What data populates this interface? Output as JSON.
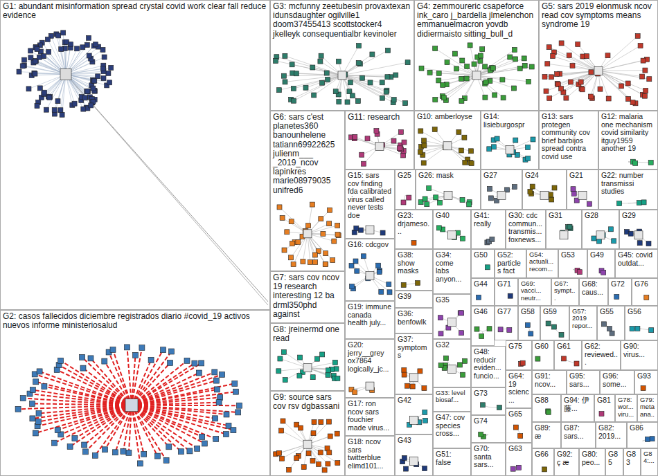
{
  "diagram": {
    "nodes": [
      {
        "text": [
          "G1: abundant misinformation spread crystal covid work clear fall reduce evidence"
        ]
      },
      {
        "text": [
          "G2: casos fallecidos diciembre registrados diario #covid_19 activos nuevos informe ministeriosalud"
        ]
      },
      {
        "text": [
          "G3: mcfunny zeetubesin provaxtexan idunsdaughter ogilville1 doom37455413 scottstocker4 jkelleyk consequentialbr kevinoler"
        ]
      },
      {
        "text": [
          "G4: zemmoureric csapeforce ink_caro j_bardella jlmelenchon emmanuelmacron yovdb didiermaisto sitting_bull_d"
        ]
      },
      {
        "text": [
          "G5: sars 2019 elonmusk ncov read cov symptoms means syndrome 19"
        ]
      },
      {
        "text": [
          "G6: sars c'est planetes360 banounhelene tatiann69922625 julienm___ _2019_ncov lapinkres marie08979035 unifred6"
        ]
      },
      {
        "text": [
          "G7: sars cov ncov 19 research interesting 12 ba drml350phd against"
        ]
      },
      {
        "text": [
          "G8: jreinermd one read"
        ]
      },
      {
        "text": [
          "G9: source sars cov rsv dgbassani"
        ]
      },
      {
        "text": [
          "G10: amberloyse"
        ]
      },
      {
        "text": [
          "G11: research"
        ]
      },
      {
        "text": [
          "G12: malaria one mechanism covid similarity itguy1959 another 19"
        ]
      },
      {
        "text": [
          "G13: sars protegen community cov brief barbijos spread contra covid use"
        ]
      },
      {
        "text": [
          "G14: lisieburgospr"
        ]
      },
      {
        "text": [
          "G15: sars cov finding fda calibrated virus called never tests doe"
        ]
      },
      {
        "text": [
          "G16: cdcgov"
        ]
      },
      {
        "text": [
          "G17: ron ncov sars fouchier made virus..."
        ]
      },
      {
        "text": [
          "G18: ncov sars twitterblue elimd101..."
        ]
      },
      {
        "text": [
          "G19: immune canada health july..."
        ]
      },
      {
        "text": [
          "G20: jerry__grey ox7864 logically_jc..."
        ]
      },
      {
        "text": [
          "G21"
        ]
      },
      {
        "text": [
          "G22: number transmissi studies"
        ]
      },
      {
        "text": [
          "G23: drjameso..."
        ]
      },
      {
        "text": [
          "G24"
        ]
      },
      {
        "text": [
          "G25"
        ]
      },
      {
        "text": [
          "G26: mask"
        ]
      },
      {
        "text": [
          "G27"
        ]
      },
      {
        "text": [
          "G28"
        ]
      },
      {
        "text": [
          "G29"
        ]
      },
      {
        "text": [
          "G30: cdc commun... transmis... foxnews..."
        ]
      },
      {
        "text": [
          "G31"
        ]
      },
      {
        "text": [
          "G32"
        ]
      },
      {
        "text": [
          "G33: level biosaf..."
        ]
      },
      {
        "text": [
          "G34: come labs anyon..."
        ]
      },
      {
        "text": [
          "G35"
        ]
      },
      {
        "text": [
          "G36: benfowlk"
        ]
      },
      {
        "text": [
          "G37: symptoms"
        ]
      },
      {
        "text": [
          "G38: show masks"
        ]
      },
      {
        "text": [
          "G39"
        ]
      },
      {
        "text": [
          "G40"
        ]
      },
      {
        "text": [
          "G41: really"
        ]
      },
      {
        "text": [
          "G42"
        ]
      },
      {
        "text": [
          "G43"
        ]
      },
      {
        "text": [
          "G44"
        ]
      },
      {
        "text": [
          "G45: covid outdat..."
        ]
      },
      {
        "text": [
          "G46"
        ]
      },
      {
        "text": [
          "G47: cov species cross..."
        ]
      },
      {
        "text": [
          "G48: reducir eviden... funcio..."
        ]
      },
      {
        "text": [
          "G49"
        ]
      },
      {
        "text": [
          "G50"
        ]
      },
      {
        "text": [
          "G51: false"
        ]
      },
      {
        "text": [
          "G52: particles fact"
        ]
      },
      {
        "text": [
          "G53"
        ]
      },
      {
        "text": [
          "G54: actuali... recom..."
        ]
      },
      {
        "text": [
          "G55"
        ]
      },
      {
        "text": [
          "G56"
        ]
      },
      {
        "text": [
          "G57: 2019 repor..."
        ]
      },
      {
        "text": [
          "G58"
        ]
      },
      {
        "text": [
          "G59"
        ]
      },
      {
        "text": [
          "G60"
        ]
      },
      {
        "text": [
          "G61"
        ]
      },
      {
        "text": [
          "G62: reviewed..."
        ]
      },
      {
        "text": [
          "G63"
        ]
      },
      {
        "text": [
          "G64: 19 scienc..."
        ]
      },
      {
        "text": [
          "G65"
        ]
      },
      {
        "text": [
          "G66"
        ]
      },
      {
        "text": [
          "G67: sympt..."
        ]
      },
      {
        "text": [
          "G68: caus..."
        ]
      },
      {
        "text": [
          "G69: vacci... neutr..."
        ]
      },
      {
        "text": [
          "G70: santa sars..."
        ]
      },
      {
        "text": [
          "G71"
        ]
      },
      {
        "text": [
          "G72"
        ]
      },
      {
        "text": [
          "G73"
        ]
      },
      {
        "text": [
          "G74"
        ]
      },
      {
        "text": [
          "G75"
        ]
      },
      {
        "text": [
          "G76"
        ]
      },
      {
        "text": [
          "G77"
        ]
      },
      {
        "text": [
          "G78: wor... viru..."
        ]
      },
      {
        "text": [
          "G79: meta ana..."
        ]
      },
      {
        "text": [
          "G80: peo..."
        ]
      },
      {
        "text": [
          "G81"
        ]
      },
      {
        "text": [
          "G82: 2019..."
        ]
      },
      {
        "text": [
          "G83"
        ]
      },
      {
        "text": [
          "G84:..."
        ]
      },
      {
        "text": [
          "G85"
        ]
      },
      {
        "text": [
          "G86"
        ]
      },
      {
        "text": [
          "G87: sars..."
        ]
      },
      {
        "text": [
          "G88"
        ]
      },
      {
        "text": [
          "G89: æ"
        ]
      },
      {
        "text": [
          "G90: virus..."
        ]
      },
      {
        "text": [
          "G91: ncov..."
        ]
      },
      {
        "text": [
          "G92: ç æ"
        ]
      },
      {
        "text": [
          "G93"
        ]
      },
      {
        "text": [
          "G94: 伊藤..."
        ]
      },
      {
        "text": [
          "G95: sars..."
        ]
      },
      {
        "text": [
          "G96: some..."
        ]
      }
    ]
  }
}
